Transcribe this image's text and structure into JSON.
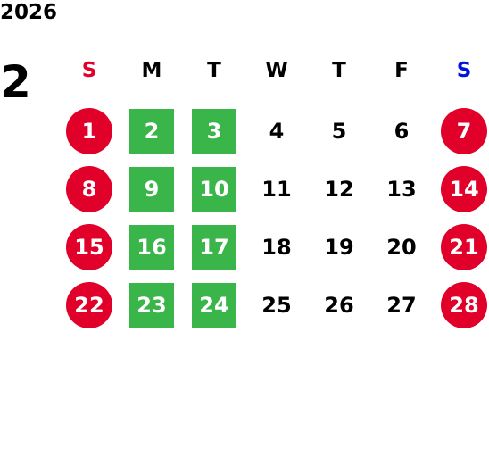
{
  "year": "2026",
  "month": "2",
  "colors": {
    "sunday_header": "#e4002b",
    "saturday_header": "#0015d6",
    "weekday_header": "#000000",
    "weekend_fill": "#e0002a",
    "highlight_fill": "#39b54a",
    "day_text_on_fill": "#ffffff",
    "day_text_plain": "#000000"
  },
  "weekday_headers": [
    {
      "label": "S",
      "kind": "sunday"
    },
    {
      "label": "M",
      "kind": "weekday"
    },
    {
      "label": "T",
      "kind": "weekday"
    },
    {
      "label": "W",
      "kind": "weekday"
    },
    {
      "label": "T",
      "kind": "weekday"
    },
    {
      "label": "F",
      "kind": "weekday"
    },
    {
      "label": "S",
      "kind": "saturday"
    }
  ],
  "weeks": [
    [
      {
        "day": "1",
        "style": "weekend"
      },
      {
        "day": "2",
        "style": "highlight"
      },
      {
        "day": "3",
        "style": "highlight"
      },
      {
        "day": "4",
        "style": "plain"
      },
      {
        "day": "5",
        "style": "plain"
      },
      {
        "day": "6",
        "style": "plain"
      },
      {
        "day": "7",
        "style": "weekend"
      }
    ],
    [
      {
        "day": "8",
        "style": "weekend"
      },
      {
        "day": "9",
        "style": "highlight"
      },
      {
        "day": "10",
        "style": "highlight"
      },
      {
        "day": "11",
        "style": "plain"
      },
      {
        "day": "12",
        "style": "plain"
      },
      {
        "day": "13",
        "style": "plain"
      },
      {
        "day": "14",
        "style": "weekend"
      }
    ],
    [
      {
        "day": "15",
        "style": "weekend"
      },
      {
        "day": "16",
        "style": "highlight"
      },
      {
        "day": "17",
        "style": "highlight"
      },
      {
        "day": "18",
        "style": "plain"
      },
      {
        "day": "19",
        "style": "plain"
      },
      {
        "day": "20",
        "style": "plain"
      },
      {
        "day": "21",
        "style": "weekend"
      }
    ],
    [
      {
        "day": "22",
        "style": "weekend"
      },
      {
        "day": "23",
        "style": "highlight"
      },
      {
        "day": "24",
        "style": "highlight"
      },
      {
        "day": "25",
        "style": "plain"
      },
      {
        "day": "26",
        "style": "plain"
      },
      {
        "day": "27",
        "style": "plain"
      },
      {
        "day": "28",
        "style": "weekend"
      }
    ]
  ]
}
